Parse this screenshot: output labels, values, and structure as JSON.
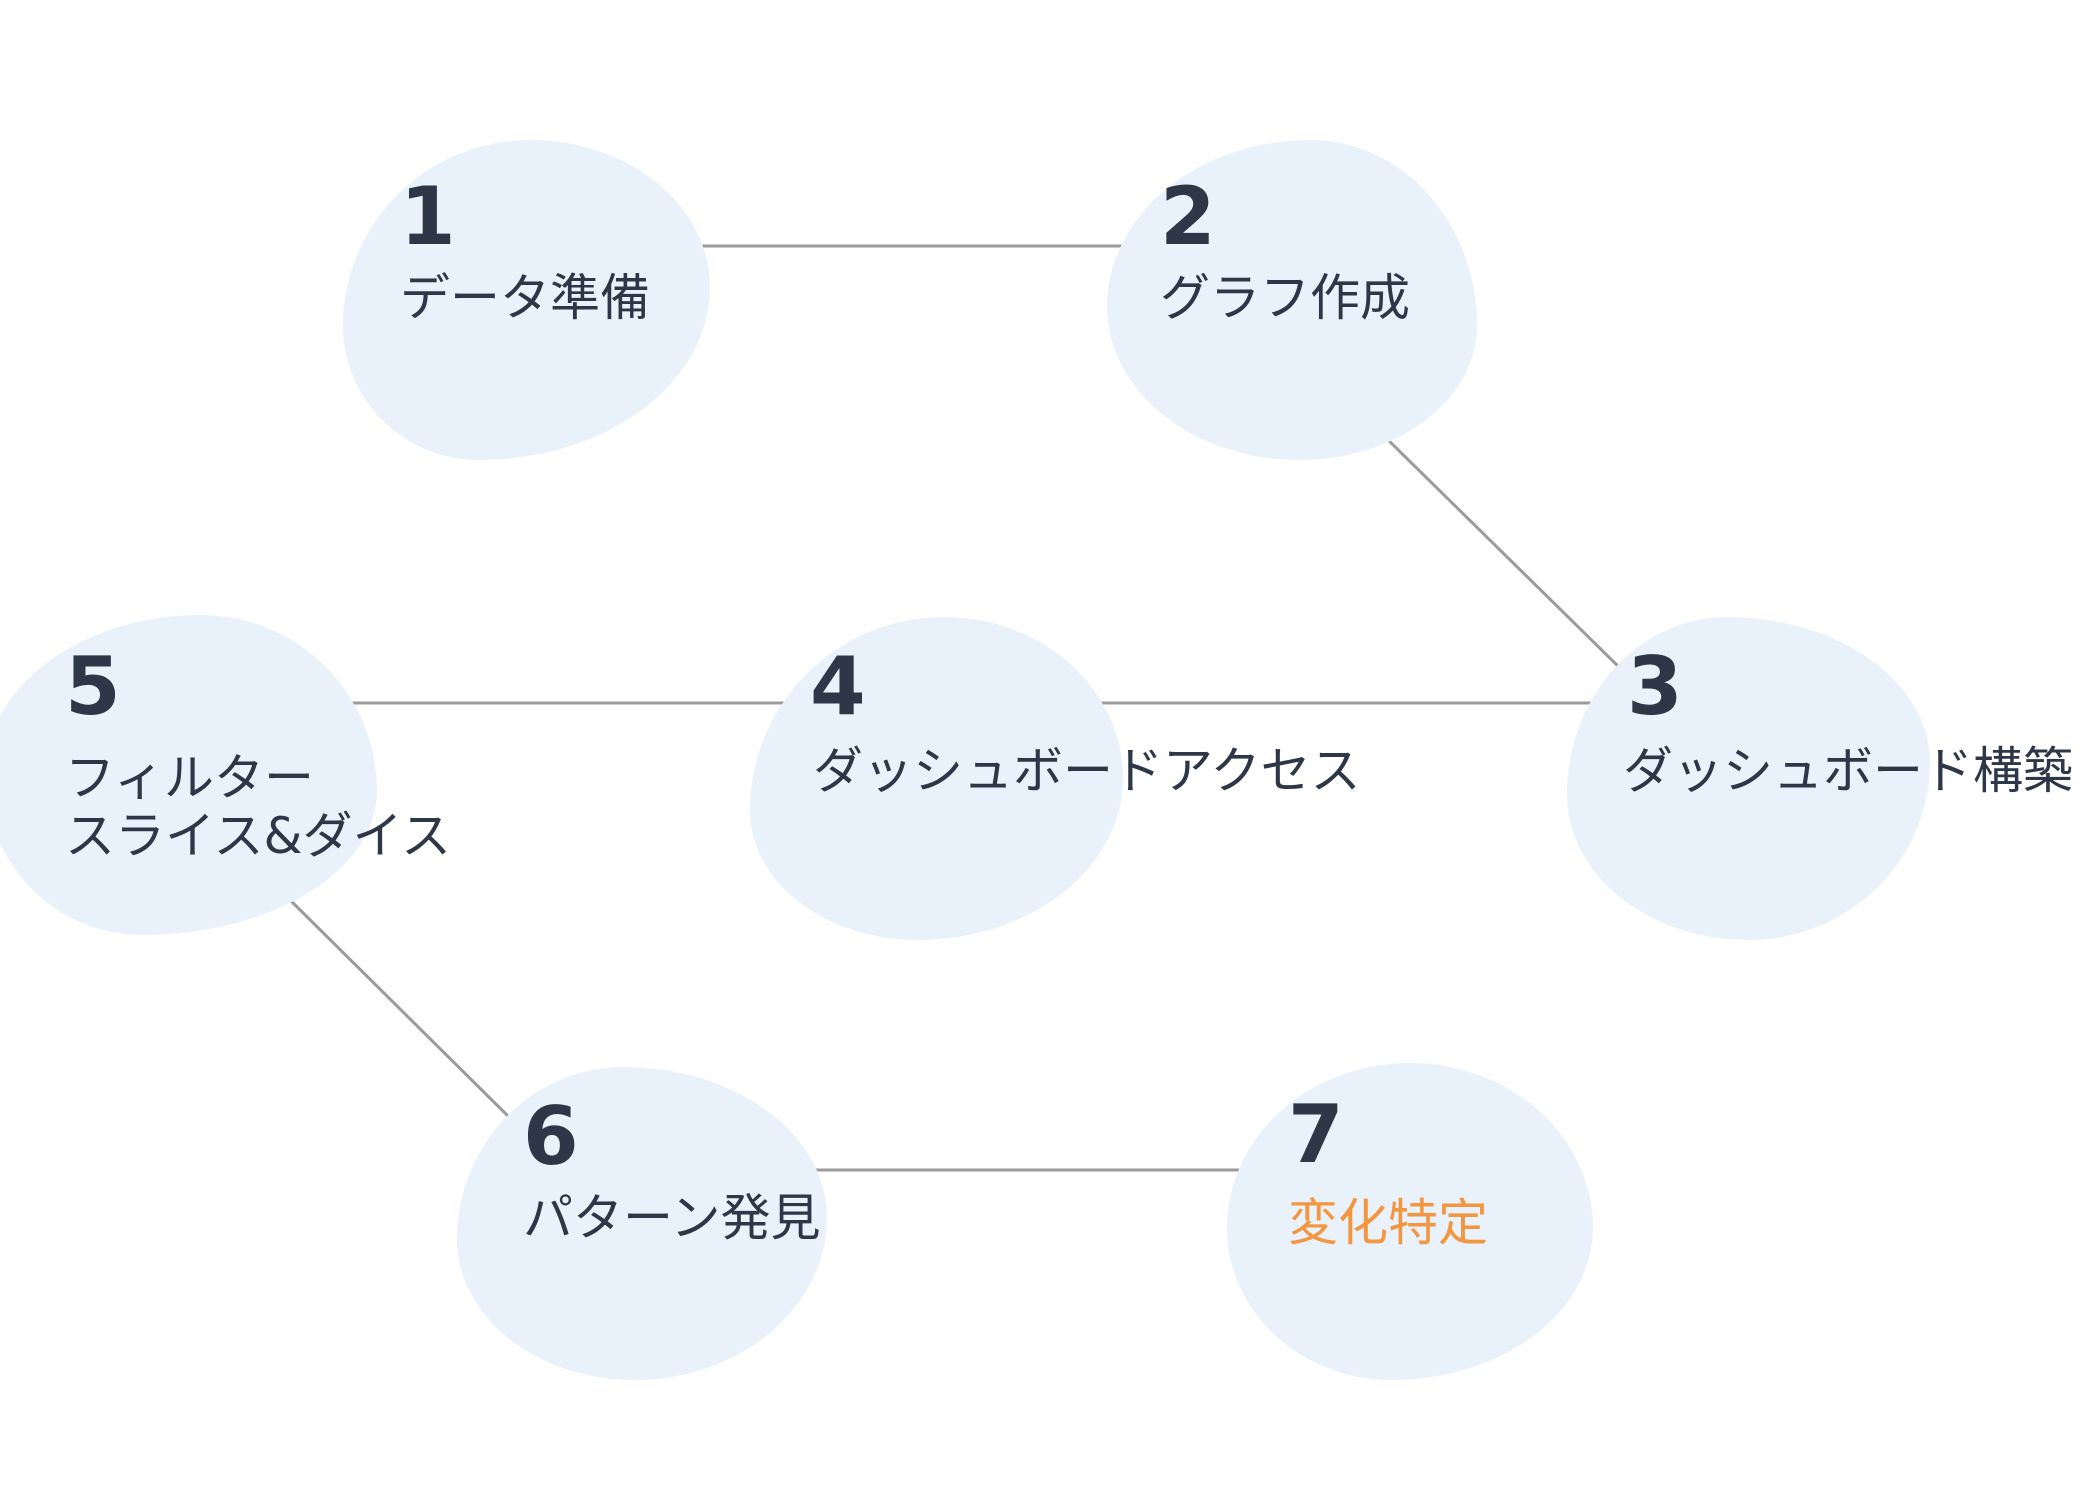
{
  "diagram": {
    "type": "process-flow",
    "steps": [
      {
        "number": "1",
        "label": "データ準備"
      },
      {
        "number": "2",
        "label": "グラフ作成"
      },
      {
        "number": "3",
        "label": "ダッシュボード構築"
      },
      {
        "number": "4",
        "label": "ダッシュボードアクセス"
      },
      {
        "number": "5",
        "label": "フィルター\nスライス&ダイス"
      },
      {
        "number": "6",
        "label": "パターン発見"
      },
      {
        "number": "7",
        "label": "変化特定",
        "highlighted": true
      }
    ],
    "connections": [
      {
        "from": "1",
        "to": "2"
      },
      {
        "from": "2",
        "to": "3"
      },
      {
        "from": "4",
        "to": "3"
      },
      {
        "from": "5",
        "to": "4"
      },
      {
        "from": "5",
        "to": "6"
      },
      {
        "from": "6",
        "to": "7"
      }
    ],
    "colors": {
      "node_fill": "#E9F1FA",
      "number_text": "#2D3748",
      "label_text": "#2D3748",
      "highlight_text": "#F4953F",
      "connector": "#9B9B9B",
      "background": "#FFFFFF"
    }
  }
}
